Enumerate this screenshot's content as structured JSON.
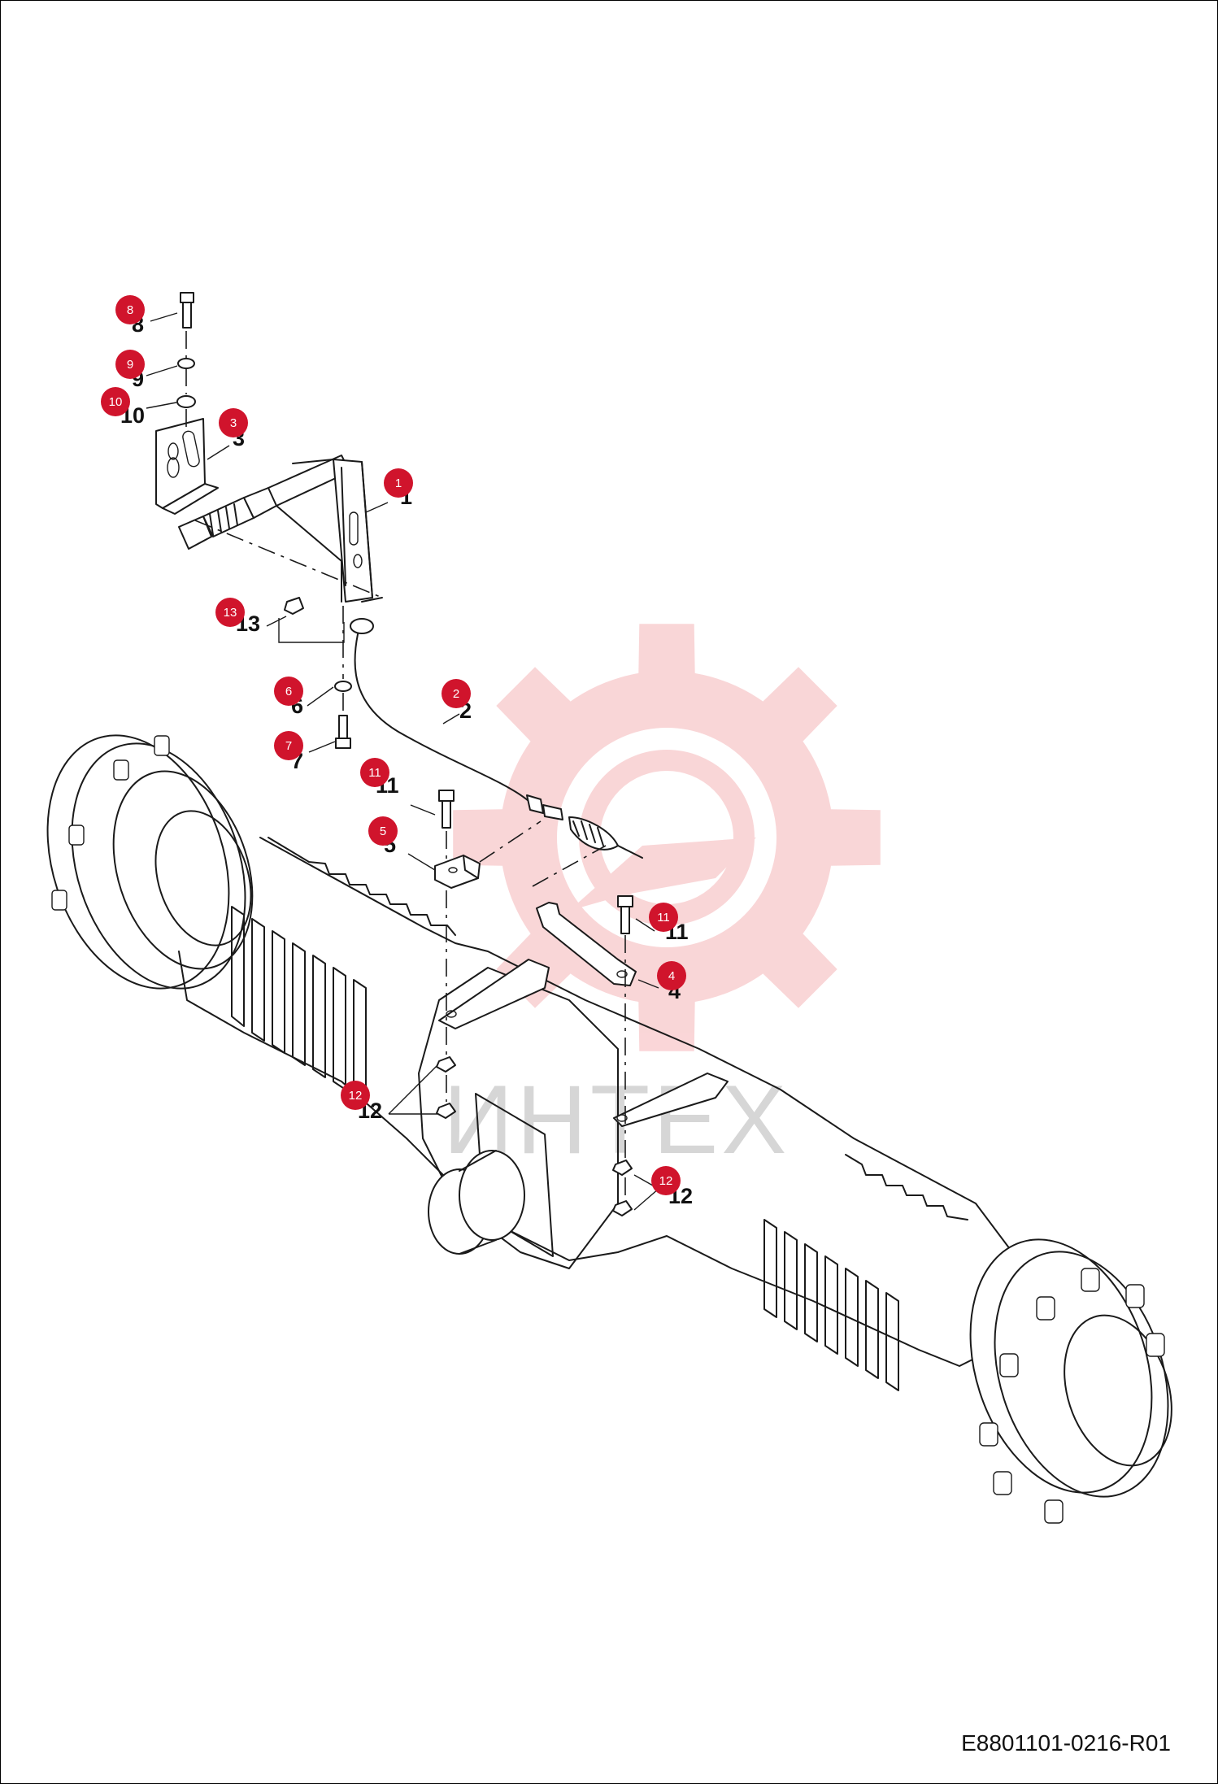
{
  "document_code": "E8801101-0216-R01",
  "watermark_text": "ИНТЕХ",
  "colors": {
    "marker": "#d0142c",
    "watermark": "#f5b5b8",
    "line": "#1a1a1a"
  },
  "callouts": [
    {
      "id": "c8",
      "number": "8"
    },
    {
      "id": "c9",
      "number": "9"
    },
    {
      "id": "c10",
      "number": "10"
    },
    {
      "id": "c3",
      "number": "3"
    },
    {
      "id": "c1",
      "number": "1"
    },
    {
      "id": "c13",
      "number": "13"
    },
    {
      "id": "c6",
      "number": "6"
    },
    {
      "id": "c2",
      "number": "2"
    },
    {
      "id": "c7",
      "number": "7"
    },
    {
      "id": "c11a",
      "number": "11"
    },
    {
      "id": "c5",
      "number": "5"
    },
    {
      "id": "c11b",
      "number": "11"
    },
    {
      "id": "c4",
      "number": "4"
    },
    {
      "id": "c12a",
      "number": "12"
    },
    {
      "id": "c12b",
      "number": "12"
    }
  ]
}
